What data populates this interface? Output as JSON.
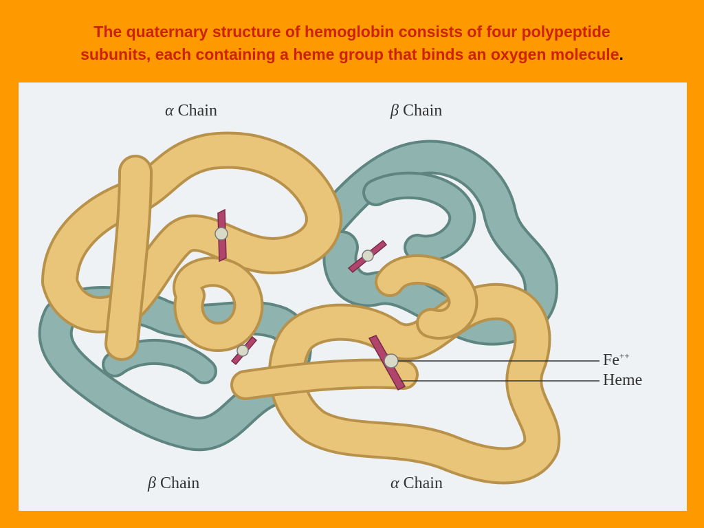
{
  "slide": {
    "title_line1": "The quaternary structure of hemoglobin consists of four polypeptide",
    "title_line2": "subunits, each containing a heme group that binds an oxygen molecule",
    "title_period": "."
  },
  "figure": {
    "labels": {
      "alpha_symbol": "α",
      "beta_symbol": "β",
      "chain_word": "Chain",
      "fe": "Fe",
      "fe_charge": "++",
      "heme": "Heme"
    },
    "colors": {
      "background": "#FF9900",
      "title": "#CC2200",
      "alpha_chain": "#E9C57A",
      "beta_chain": "#8FB3AE",
      "heme": "#B0456B",
      "iron": "#D9D9C8"
    }
  }
}
